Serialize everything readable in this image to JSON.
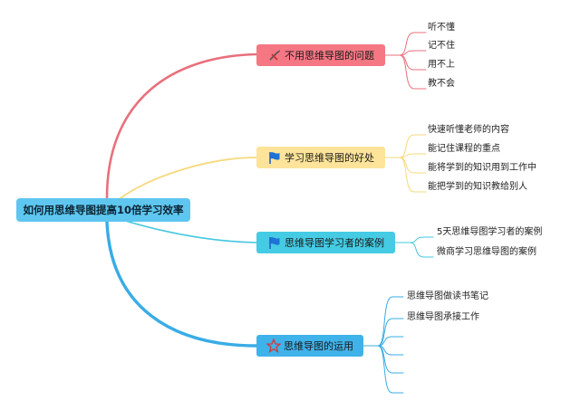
{
  "root": {
    "label": "如何用思维导图提高10倍学习效率"
  },
  "branches": [
    {
      "label": "不用思维导图的问题",
      "icon": "pencil-tools-icon",
      "color": "#e8707c",
      "children": [
        "听不懂",
        "记不住",
        "用不上",
        "教不会"
      ]
    },
    {
      "label": "学习思维导图的好处",
      "icon": "blue-flag-icon",
      "color": "#f7d97e",
      "children": [
        "快速听懂老师的内容",
        "能记住课程的重点",
        "能将学到的知识用到工作中",
        "能把学到的知识教给别人"
      ]
    },
    {
      "label": "思维导图学习者的案例",
      "icon": "blue-flag-icon",
      "color": "#44c7df",
      "children": [
        "5天思维导图学习者的案例",
        "微商学习思维导图的案例"
      ]
    },
    {
      "label": "思维导图的运用",
      "icon": "red-star-icon",
      "color": "#39ace6",
      "children": [
        "思维导图做读书笔记",
        "思维导图承接工作",
        "",
        "",
        "",
        ""
      ]
    }
  ]
}
